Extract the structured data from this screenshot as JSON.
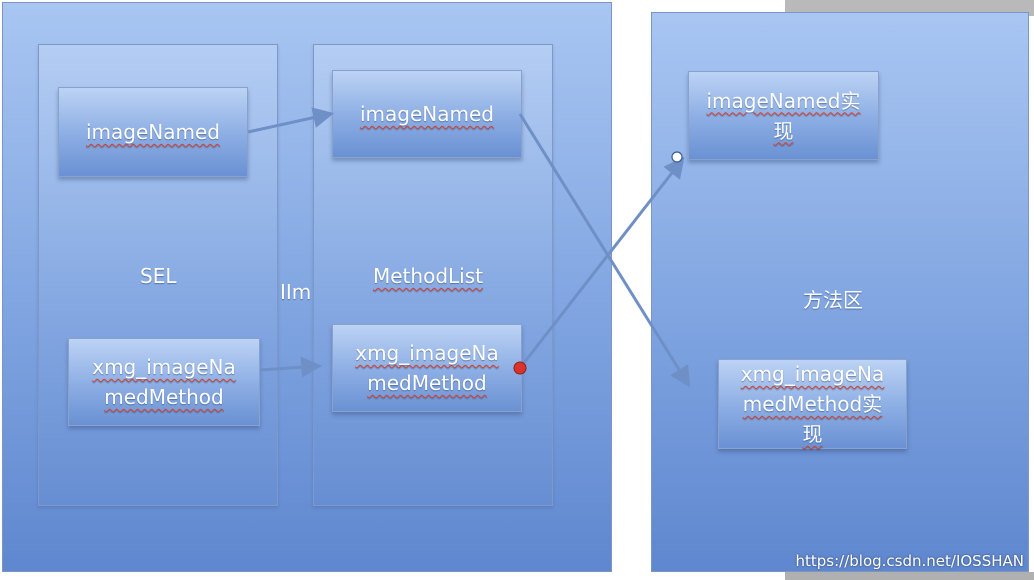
{
  "sel_column": {
    "label": "SEL",
    "box1": "imageNamed",
    "box2": "xmg_imageNa\nmedMethod"
  },
  "method_list_column": {
    "label": "MethodList",
    "box1": "imageNamed",
    "box2": "xmg_imageNa\nmedMethod"
  },
  "connector_label": "IIm",
  "method_area": {
    "label": "方法区",
    "box1": "imageNamed实\n现",
    "box2": "xmg_imageNa\nmedMethod实\n现"
  },
  "watermark": "https://blog.csdn.net/IOSSHAN",
  "colors": {
    "arrow": "#6f8fc7",
    "endpoint_red": "#d9332b",
    "endpoint_white": "#ffffff"
  }
}
